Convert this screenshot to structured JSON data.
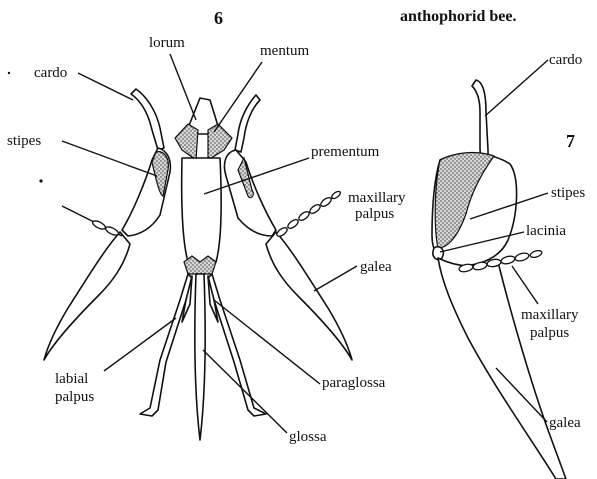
{
  "caption_fragment": "anthophorid bee.",
  "figures": {
    "fig6": {
      "number": "6",
      "labels": {
        "lorum": "lorum",
        "mentum": "mentum",
        "cardo": "cardo",
        "stipes": "stipes",
        "prementum": "prementum",
        "maxillary_palpus_1": "maxillary",
        "maxillary_palpus_2": "palpus",
        "galea": "galea",
        "labial_palpus_1": "labial",
        "labial_palpus_2": "palpus",
        "paraglossa": "paraglossa",
        "glossa": "glossa"
      }
    },
    "fig7": {
      "number": "7",
      "labels": {
        "cardo": "cardo",
        "stipes": "stipes",
        "lacinia": "lacinia",
        "maxillary_palpus_1": "maxillary",
        "maxillary_palpus_2": "palpus",
        "galea": "galea"
      }
    }
  }
}
